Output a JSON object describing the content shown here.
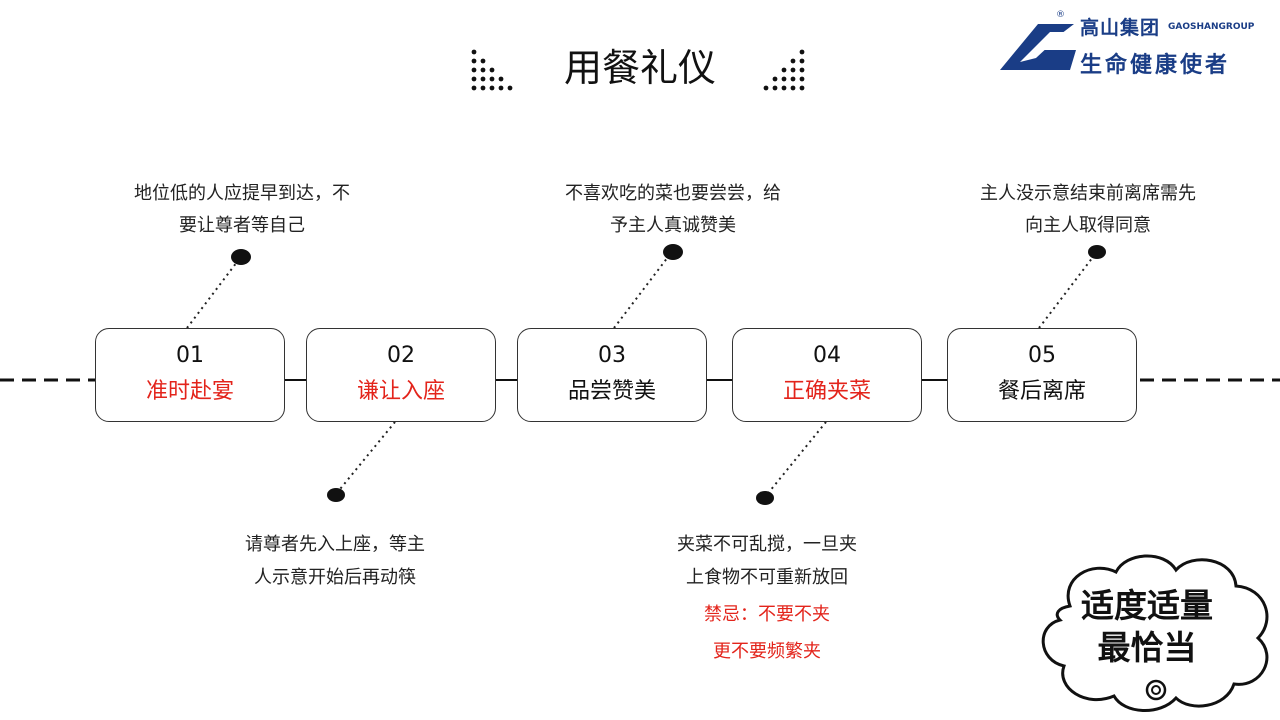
{
  "title": "用餐礼仪",
  "logo": {
    "name_cn": "高山集团",
    "name_en": "GAOSHANGROUP",
    "slogan": "生命健康使者",
    "registered": "®",
    "brand_color": "#1a3d86"
  },
  "steps": [
    {
      "num": "01",
      "name": "准时赴宴",
      "color": "#e3241b"
    },
    {
      "num": "02",
      "name": "谦让入座",
      "color": "#e3241b"
    },
    {
      "num": "03",
      "name": "品尝赞美",
      "color": "#111111"
    },
    {
      "num": "04",
      "name": "正确夹菜",
      "color": "#e3241b"
    },
    {
      "num": "05",
      "name": "餐后离席",
      "color": "#111111"
    }
  ],
  "notes": {
    "step1": [
      "地位低的人应提早到达，不",
      "要让尊者等自己"
    ],
    "step2": [
      "请尊者先入上座，等主",
      "人示意开始后再动筷"
    ],
    "step3": [
      "不喜欢吃的菜也要尝尝，给",
      "予主人真诚赞美"
    ],
    "step4": [
      "夹菜不可乱搅，一旦夹",
      "上食物不可重新放回"
    ],
    "step4_warning": [
      "禁忌：不要不夹",
      "更不要频繁夹"
    ],
    "step5": [
      "主人没示意结束前离席需先",
      "向主人取得同意"
    ]
  },
  "callout": [
    "适度适量",
    "最恰当"
  ],
  "colors": {
    "accent_red": "#e3241b",
    "text": "#111111"
  }
}
